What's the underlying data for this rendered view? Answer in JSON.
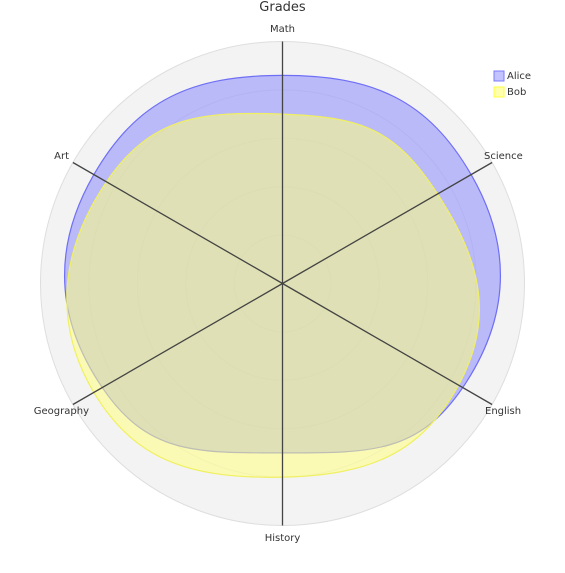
{
  "chart_data": {
    "type": "radar",
    "title": "Grades",
    "axes": [
      "Math",
      "Science",
      "English",
      "History",
      "Geography",
      "Art"
    ],
    "rlim": [
      0,
      100
    ],
    "grid": true,
    "legend_position": "top-right",
    "series": [
      {
        "name": "Alice",
        "values": [
          86,
          90,
          86,
          70,
          86,
          90
        ],
        "color": "#7b7bff"
      },
      {
        "name": "Bob",
        "values": [
          70,
          74,
          84,
          80,
          90,
          84
        ],
        "color": "#ffff80"
      }
    ]
  },
  "legend": {
    "items": [
      {
        "label": "Alice",
        "color": "#7b7bff"
      },
      {
        "label": "Bob",
        "color": "#ffff80"
      }
    ]
  }
}
